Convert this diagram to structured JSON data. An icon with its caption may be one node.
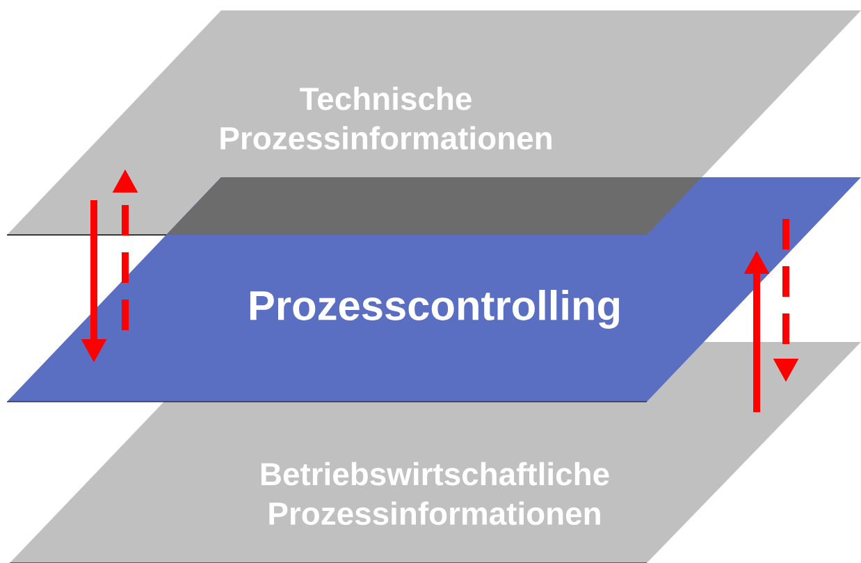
{
  "diagram": {
    "nodes": [
      {
        "text": [
          "Technische Prozessinformationen"
        ]
      },
      {
        "text": [
          "Prozesscontrolling"
        ]
      },
      {
        "text": [
          "Betriebswirtschaftliche Prozessinformationen"
        ]
      }
    ],
    "edges": [
      {
        "from": 0,
        "to": 1,
        "arrow": "to"
      },
      {
        "from": 1,
        "to": 0,
        "arrow": "to",
        "style": "dashed"
      },
      {
        "from": 2,
        "to": 1,
        "arrow": "to"
      },
      {
        "from": 1,
        "to": 2,
        "arrow": "to",
        "style": "dashed"
      }
    ]
  }
}
